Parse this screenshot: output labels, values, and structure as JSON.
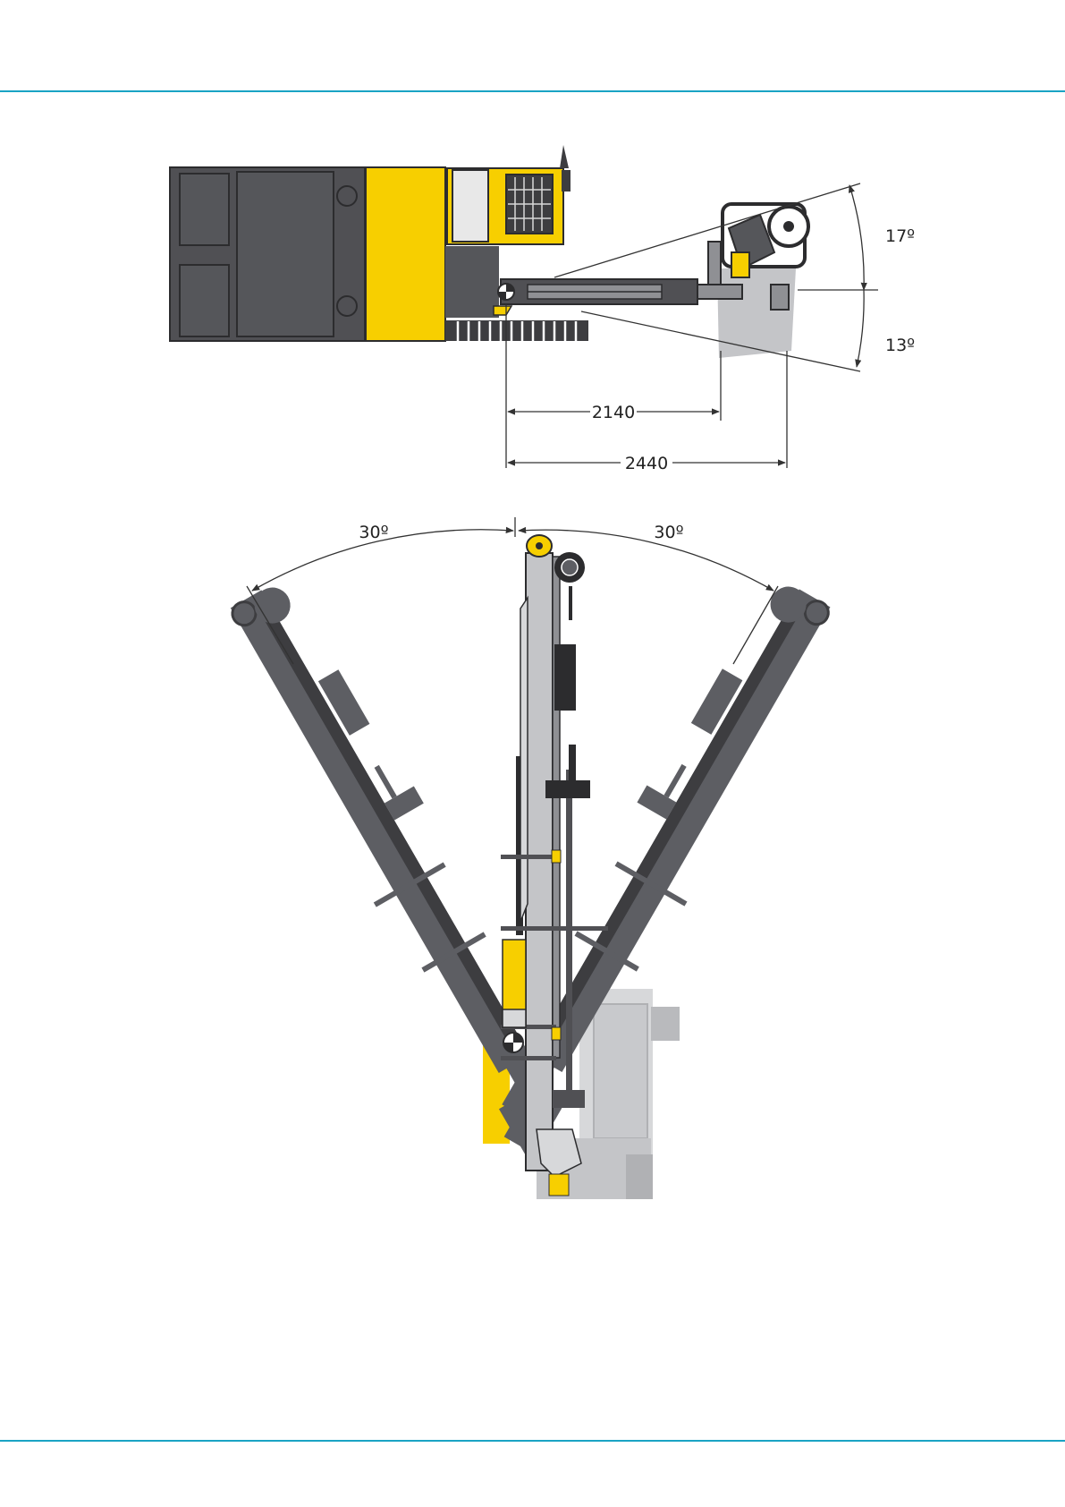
{
  "colors": {
    "rule": "#1aa3c4",
    "machine_dark": "#505054",
    "machine_mid": "#5d5e63",
    "machine_light": "#b9babd",
    "machine_pale": "#d7d8da",
    "accent_yellow": "#f7cf00",
    "dimension_line": "#333333"
  },
  "top_view": {
    "angle_upper": "17º",
    "angle_lower": "13º",
    "dimension_inner": "2140",
    "dimension_outer": "2440"
  },
  "front_view": {
    "angle_left": "30º",
    "angle_right": "30º"
  }
}
